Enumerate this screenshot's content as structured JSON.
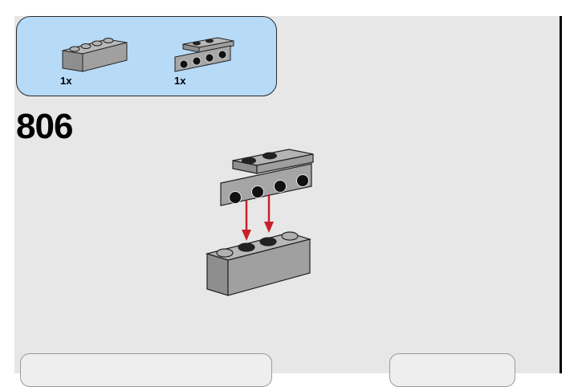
{
  "step": {
    "number": "806"
  },
  "parts_list": [
    {
      "name": "1x4-brick",
      "quantity": "1x"
    },
    {
      "name": "1x4-bracket-plate",
      "quantity": "1x"
    }
  ],
  "colors": {
    "canvas": "#e7e7e7",
    "panel_blue": "#b7daf7",
    "brick_gray": "#a3a3a3",
    "stud_black": "#1a1a1a",
    "arrow_red": "#c8202a"
  }
}
